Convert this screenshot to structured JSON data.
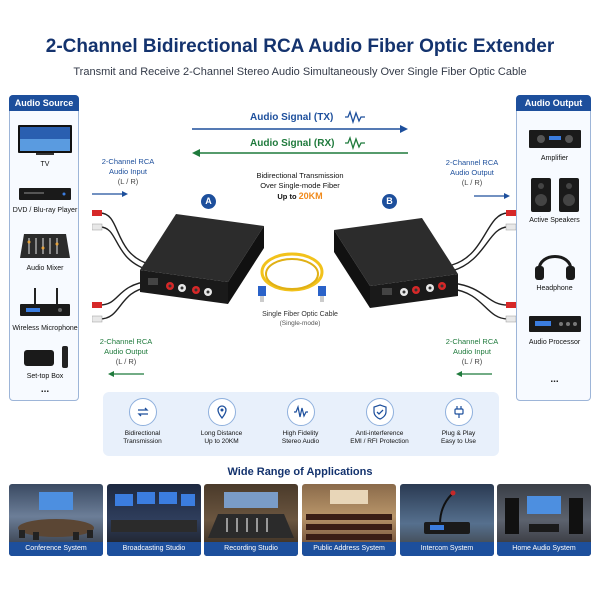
{
  "title": "2-Channel Bidirectional RCA Audio Fiber Optic Extender",
  "subtitle": "Transmit and Receive 2-Channel Stereo Audio Simultaneously Over Single Fiber Optic Cable",
  "left_panel": {
    "header": "Audio Source",
    "items": [
      "TV",
      "DVD / Blu-ray Player",
      "Audio Mixer",
      "Wireless Microphone",
      "Set-top Box"
    ],
    "more": "..."
  },
  "right_panel": {
    "header": "Audio Output",
    "items": [
      "Amplifier",
      "Active Speakers",
      "Headphone",
      "Audio Processor"
    ],
    "more": "..."
  },
  "signals": {
    "tx": "Audio Signal (TX)",
    "rx": "Audio Signal (RX)"
  },
  "left_input": {
    "line1": "2-Channel RCA",
    "line2": "Audio Input",
    "line3": "(L / R)"
  },
  "left_output": {
    "line1": "2-Channel RCA",
    "line2": "Audio Output",
    "line3": "(L / R)"
  },
  "right_output": {
    "line1": "2-Channel RCA",
    "line2": "Audio Output",
    "line3": "(L / R)"
  },
  "right_input": {
    "line1": "2-Channel RCA",
    "line2": "Audio Input",
    "line3": "(L / R)"
  },
  "transmission": {
    "line1": "Bidirectional Transmission",
    "line2": "Over Single-mode Fiber",
    "line3_prefix": "Up to ",
    "distance": "20KM"
  },
  "cable": {
    "line1": "Single Fiber Optic Cable",
    "line2": "(Single-mode)"
  },
  "unit_a": "A",
  "unit_b": "B",
  "features": [
    {
      "icon": "bidirectional-icon",
      "line1": "Bidirectional",
      "line2": "Transmission"
    },
    {
      "icon": "location-pin-icon",
      "line1": "Long Distance",
      "line2": "Up to 20KM"
    },
    {
      "icon": "waveform-icon",
      "line1": "High Fidelity",
      "line2": "Stereo Audio"
    },
    {
      "icon": "shield-check-icon",
      "line1": "Anti-interference",
      "line2": "EMI / RFI Protection"
    },
    {
      "icon": "plug-icon",
      "line1": "Plug & Play",
      "line2": "Easy to Use"
    }
  ],
  "apps_title": "Wide Range of Applications",
  "applications": [
    "Conference System",
    "Broadcasting Studio",
    "Recording Studio",
    "Public Address System",
    "Intercom System",
    "Home Audio System"
  ],
  "colors": {
    "brand_blue": "#1d4f9c",
    "title_navy": "#14336e",
    "rx_green": "#1f7a3c",
    "accent_orange": "#f08a1c"
  }
}
